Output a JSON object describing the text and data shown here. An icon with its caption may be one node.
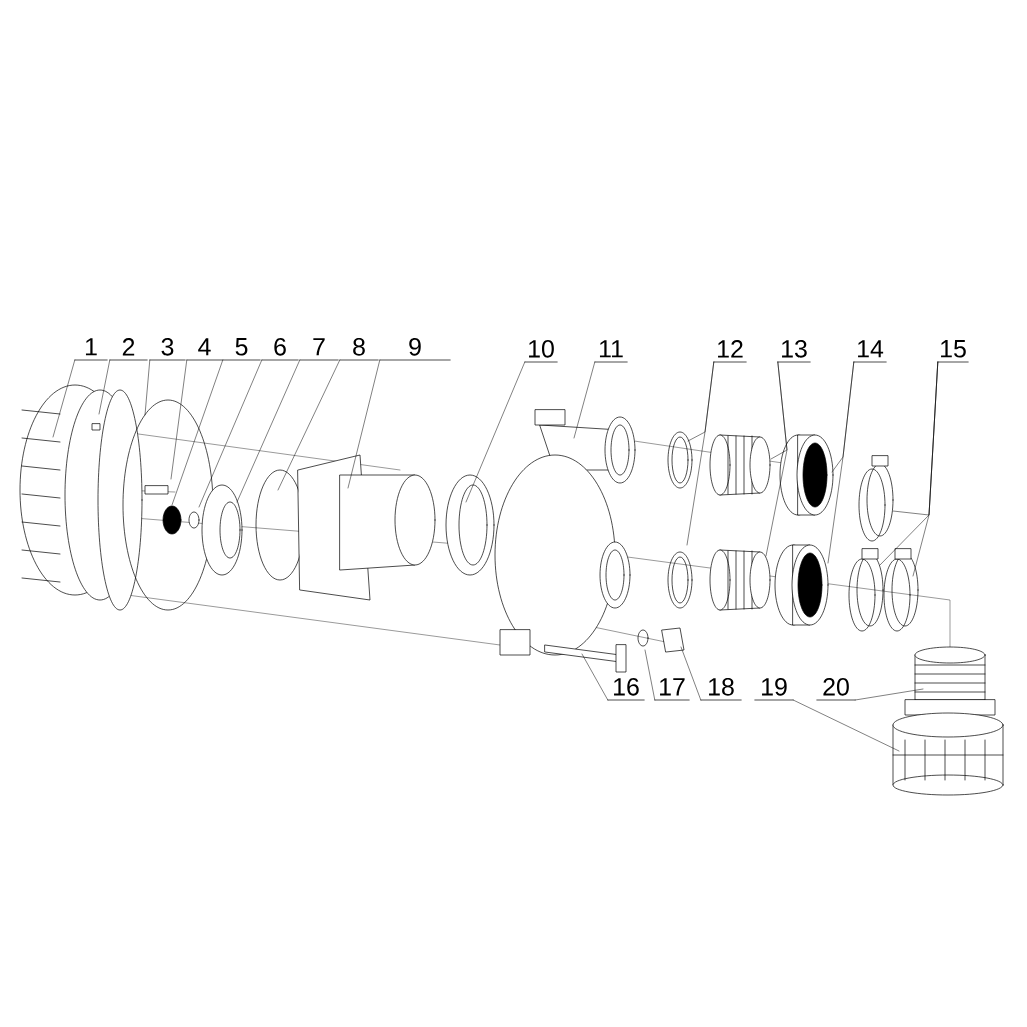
{
  "diagram": {
    "nodes": [
      {
        "text": [
          "1"
        ]
      },
      {
        "text": [
          "2"
        ]
      },
      {
        "text": [
          "3"
        ]
      },
      {
        "text": [
          "4"
        ]
      },
      {
        "text": [
          "5"
        ]
      },
      {
        "text": [
          "6"
        ]
      },
      {
        "text": [
          "7"
        ]
      },
      {
        "text": [
          "8"
        ]
      },
      {
        "text": [
          "9"
        ]
      },
      {
        "text": [
          "10"
        ]
      },
      {
        "text": [
          "11"
        ]
      },
      {
        "text": [
          "12"
        ]
      },
      {
        "text": [
          "13"
        ]
      },
      {
        "text": [
          "14"
        ]
      },
      {
        "text": [
          "15"
        ]
      },
      {
        "text": [
          "16"
        ]
      },
      {
        "text": [
          "17"
        ]
      },
      {
        "text": [
          "18"
        ]
      },
      {
        "text": [
          "19"
        ]
      },
      {
        "text": [
          "20"
        ]
      }
    ],
    "edges": [
      {
        "from": 0,
        "to": null,
        "arrow": "none"
      },
      {
        "from": 1,
        "to": null,
        "arrow": "none"
      },
      {
        "from": 2,
        "to": null,
        "arrow": "none"
      },
      {
        "from": 3,
        "to": null,
        "arrow": "none"
      },
      {
        "from": 4,
        "to": null,
        "arrow": "none"
      },
      {
        "from": 5,
        "to": null,
        "arrow": "none"
      },
      {
        "from": 6,
        "to": null,
        "arrow": "none"
      },
      {
        "from": 7,
        "to": null,
        "arrow": "none"
      },
      {
        "from": 8,
        "to": null,
        "arrow": "none"
      },
      {
        "from": 9,
        "to": null,
        "arrow": "none"
      },
      {
        "from": 10,
        "to": null,
        "arrow": "none"
      },
      {
        "from": 11,
        "to": null,
        "arrow": "none"
      },
      {
        "from": 11,
        "to": null,
        "arrow": "none"
      },
      {
        "from": 12,
        "to": null,
        "arrow": "none"
      },
      {
        "from": 12,
        "to": null,
        "arrow": "none"
      },
      {
        "from": 13,
        "to": null,
        "arrow": "none"
      },
      {
        "from": 13,
        "to": null,
        "arrow": "none"
      },
      {
        "from": 14,
        "to": null,
        "arrow": "none"
      },
      {
        "from": 14,
        "to": null,
        "arrow": "none"
      },
      {
        "from": 14,
        "to": null,
        "arrow": "none"
      },
      {
        "from": 15,
        "to": null,
        "arrow": "none"
      },
      {
        "from": 16,
        "to": null,
        "arrow": "none"
      },
      {
        "from": 17,
        "to": null,
        "arrow": "none"
      },
      {
        "from": 18,
        "to": null,
        "arrow": "none"
      },
      {
        "from": 19,
        "to": null,
        "arrow": "none"
      }
    ]
  }
}
